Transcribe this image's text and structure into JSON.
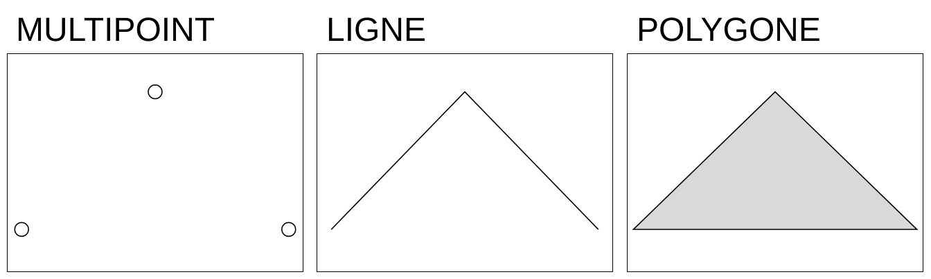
{
  "panels": [
    {
      "id": "multipoint",
      "title": "MULTIPOINT",
      "geometry": "points",
      "points": [
        [
          0,
          0
        ],
        [
          2,
          1
        ],
        [
          4,
          0
        ]
      ]
    },
    {
      "id": "ligne",
      "title": "LIGNE",
      "geometry": "line",
      "points": [
        [
          0,
          0
        ],
        [
          2,
          1
        ],
        [
          4,
          0
        ]
      ]
    },
    {
      "id": "polygone",
      "title": "POLYGONE",
      "geometry": "polygon",
      "points": [
        [
          0,
          0
        ],
        [
          2,
          1
        ],
        [
          4,
          0
        ],
        [
          0,
          0
        ]
      ]
    }
  ],
  "colors": {
    "stroke": "#000000",
    "polygon_fill": "#d9d9d9",
    "background": "#ffffff"
  }
}
